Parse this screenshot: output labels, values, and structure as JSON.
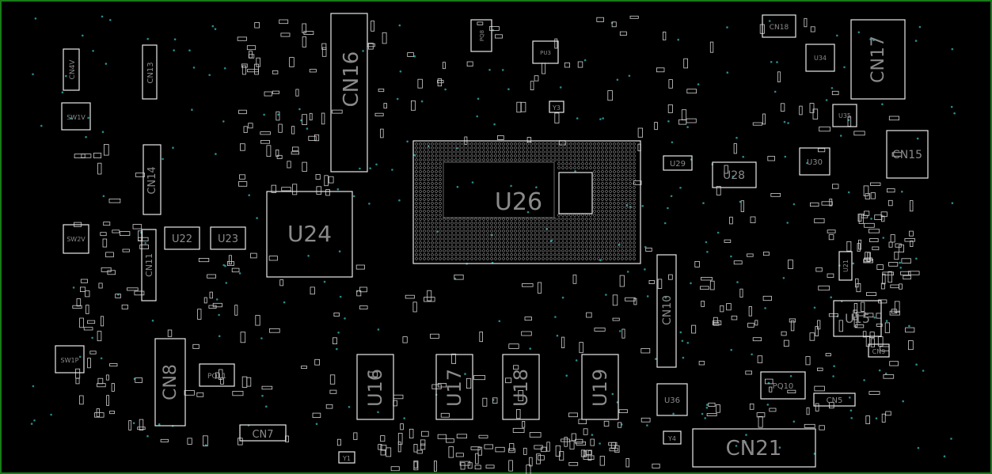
{
  "board": {
    "border_color": "#1a7a1a",
    "outline_color": "#e8e8e8",
    "label_color": "#8a8a8a",
    "via_color": "#2a8a8a"
  },
  "labels": {
    "u26": "U26",
    "u24": "U24",
    "u22": "U22",
    "u23": "U23",
    "u16": "U16",
    "u17": "U17",
    "u18": "U18",
    "u19": "U19",
    "u28": "U28",
    "u29": "U29",
    "u30": "U30",
    "u34": "U34",
    "u35": "U35",
    "u15": "U15",
    "u21": "U21",
    "u36": "U36",
    "cn16": "CN16",
    "cn17": "CN17",
    "cn15": "CN15",
    "cn14": "CN14",
    "cn13": "CN13",
    "cn11": "CN11",
    "cn10": "CN10",
    "cn8": "CN8",
    "cn7": "CN7",
    "cn21": "CN21",
    "cn18": "CN18",
    "cn5": "CN5",
    "cn4v": "CN4V",
    "cn9": "CN9",
    "sw1v": "SW1V",
    "sw2v": "SW2V",
    "sw1p": "SW1P",
    "pq11": "PQ11",
    "pq10": "PQ10",
    "pq8": "PQ8",
    "pu3": "PU3",
    "y1": "Y1",
    "y3": "Y3",
    "y4": "Y4"
  }
}
